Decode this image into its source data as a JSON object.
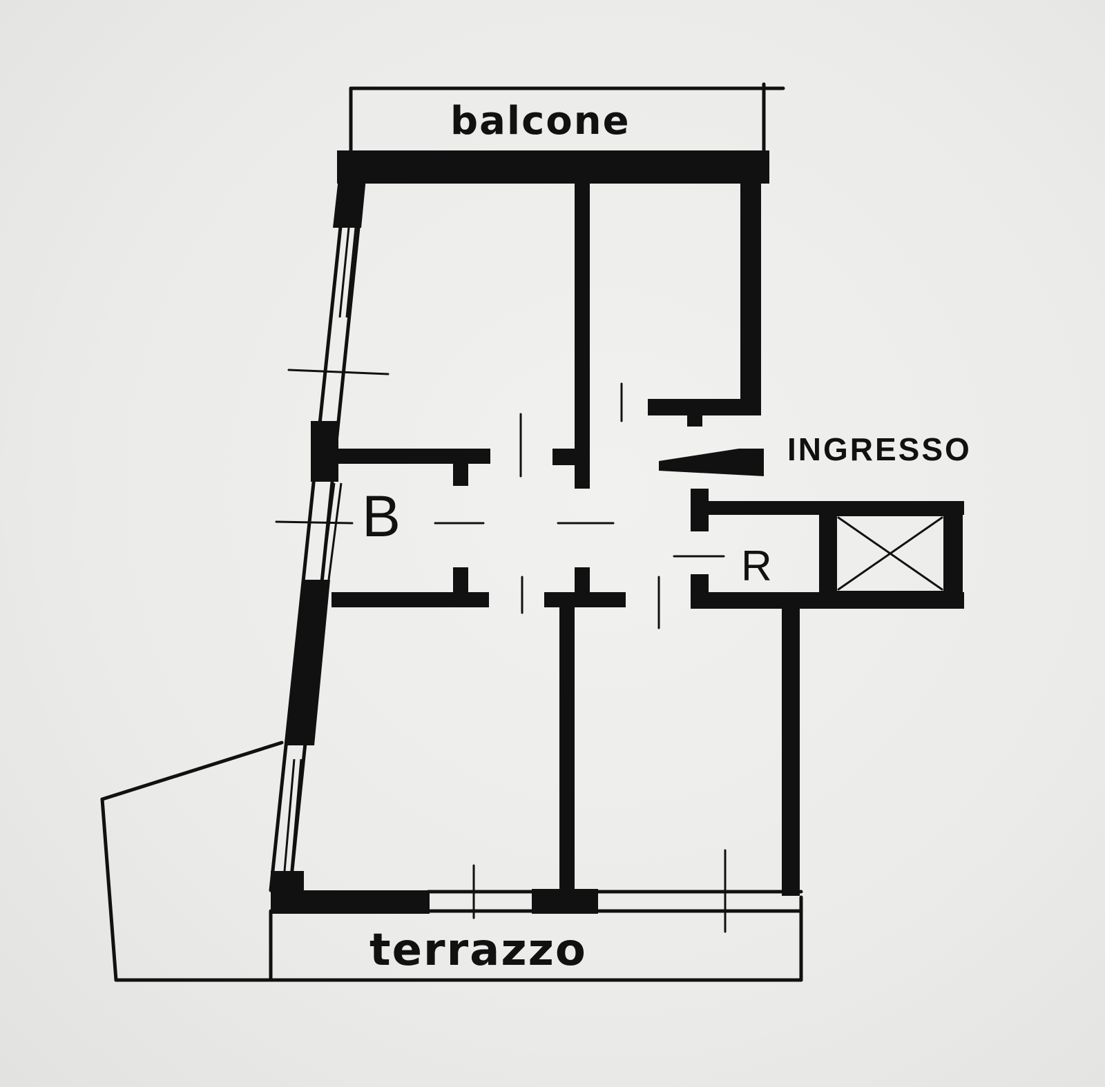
{
  "floor_plan": {
    "labels": {
      "balcone": "balcone",
      "ingresso": "INGRESSO",
      "b": "B",
      "r": "R",
      "terrazzo": "terrazzo"
    },
    "colors": {
      "ink": "#111111",
      "paper": "#ededeb"
    }
  }
}
